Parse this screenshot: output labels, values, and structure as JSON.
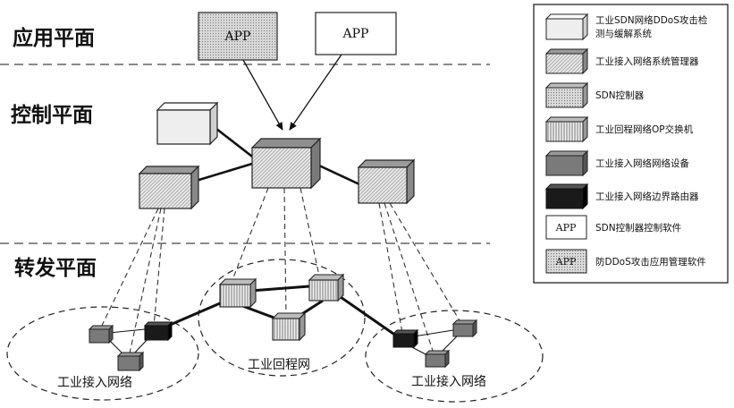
{
  "planes": {
    "application": "应用平面",
    "control": "控制平面",
    "forwarding": "转发平面"
  },
  "apps": {
    "app_left": "APP",
    "app_right": "APP"
  },
  "networks": {
    "access_left": "工业接入网络",
    "backhaul": "工业回程网",
    "access_right": "工业接入网络"
  },
  "legend": [
    {
      "id": "ddos-system",
      "lines": [
        "工业SDN网络DDoS攻击检",
        "测与缓解系统"
      ]
    },
    {
      "id": "access-manager",
      "lines": [
        "工业接入网络系统管理器"
      ]
    },
    {
      "id": "sdn-controller",
      "lines": [
        "SDN控制器"
      ]
    },
    {
      "id": "op-switch",
      "lines": [
        "工业回程网络OP交换机"
      ]
    },
    {
      "id": "access-device",
      "lines": [
        "工业接入网络网络设备"
      ]
    },
    {
      "id": "border-router",
      "lines": [
        "工业接入网络边界路由器"
      ]
    },
    {
      "id": "app-controller-software",
      "symbol": "APP",
      "lines": [
        "SDN控制器控制软件"
      ]
    },
    {
      "id": "app-ddos-software",
      "symbol": "APP",
      "lines": [
        "防DDoS攻击应用管理软件"
      ]
    }
  ]
}
